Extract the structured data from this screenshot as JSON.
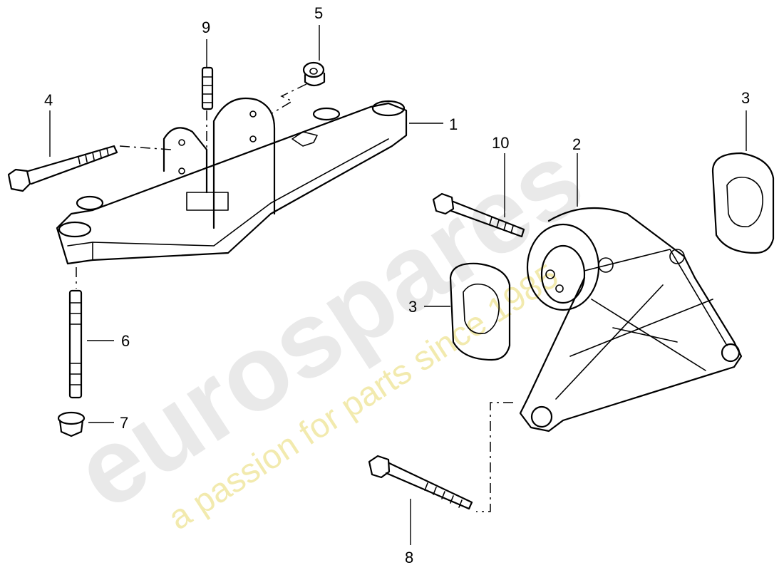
{
  "watermark": {
    "brand": "eurospares",
    "tagline": "a passion for parts since 1985"
  },
  "callouts": {
    "c1": "1",
    "c2": "2",
    "c3a": "3",
    "c3b": "3",
    "c4": "4",
    "c5": "5",
    "c6": "6",
    "c7": "7",
    "c8": "8",
    "c9": "9",
    "c10": "10"
  },
  "parts": [
    {
      "ref": "1",
      "name": "crossmember"
    },
    {
      "ref": "2",
      "name": "engine-mount-bracket"
    },
    {
      "ref": "3",
      "name": "washer-plate"
    },
    {
      "ref": "4",
      "name": "hex-bolt"
    },
    {
      "ref": "5",
      "name": "flange-nut"
    },
    {
      "ref": "6",
      "name": "stud"
    },
    {
      "ref": "7",
      "name": "flange-nut"
    },
    {
      "ref": "8",
      "name": "hex-bolt"
    },
    {
      "ref": "9",
      "name": "stud"
    },
    {
      "ref": "10",
      "name": "hex-bolt"
    }
  ]
}
